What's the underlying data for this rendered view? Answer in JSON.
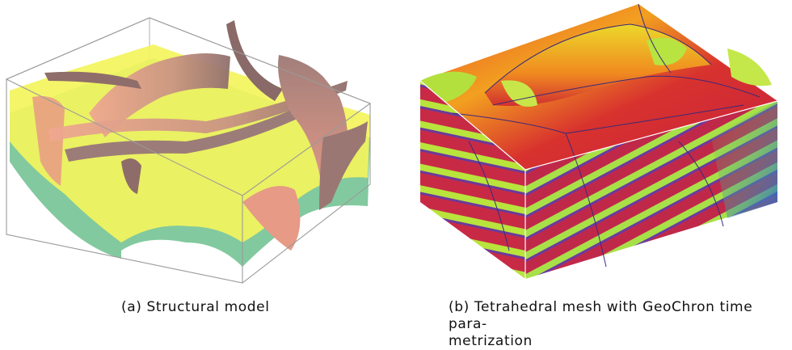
{
  "figure": {
    "panel_a": {
      "caption": "(a) Structural model"
    },
    "panel_b": {
      "caption_line1": "(b) Tetrahedral mesh with GeoChron time para-",
      "caption_line2": "metrization"
    }
  },
  "colors": {
    "horizon_yellow": "#f2f25a",
    "horizon_green": "#6cbf8e",
    "fault_salmon": "#e89a85",
    "fault_brown": "#9a7a76",
    "box_edge": "#9a9a9a",
    "mesh_red": "#c8283a",
    "mesh_orange": "#f2a020",
    "mesh_yellow": "#e8ef3a",
    "mesh_purple": "#8a3a9a",
    "mesh_blue": "#2a6ad0"
  }
}
